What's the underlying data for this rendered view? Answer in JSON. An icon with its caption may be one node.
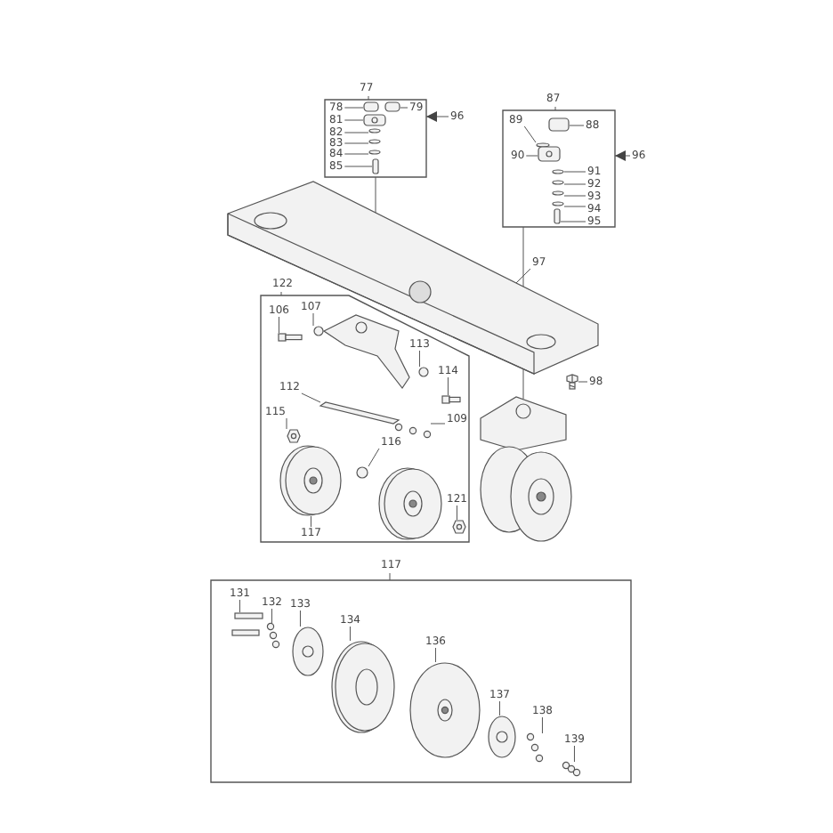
{
  "diagram": {
    "nodes": [
      {
        "text": [
          "77"
        ]
      },
      {
        "text": [
          "87"
        ]
      },
      {
        "text": [
          "122"
        ]
      },
      {
        "text": [
          "117"
        ]
      },
      {
        "text": [
          "78"
        ],
        "in": 0
      },
      {
        "text": [
          "79"
        ],
        "in": 0
      },
      {
        "text": [
          "81"
        ],
        "in": 0
      },
      {
        "text": [
          "82"
        ],
        "in": 0
      },
      {
        "text": [
          "83"
        ],
        "in": 0
      },
      {
        "text": [
          "84"
        ],
        "in": 0
      },
      {
        "text": [
          "85"
        ],
        "in": 0
      },
      {
        "text": [
          "96"
        ]
      },
      {
        "text": [
          "89"
        ],
        "in": 1
      },
      {
        "text": [
          "88"
        ],
        "in": 1
      },
      {
        "text": [
          "90"
        ],
        "in": 1
      },
      {
        "text": [
          "91"
        ],
        "in": 1
      },
      {
        "text": [
          "92"
        ],
        "in": 1
      },
      {
        "text": [
          "93"
        ],
        "in": 1
      },
      {
        "text": [
          "94"
        ],
        "in": 1
      },
      {
        "text": [
          "95"
        ],
        "in": 1
      },
      {
        "text": [
          "96"
        ]
      },
      {
        "text": [
          "97"
        ]
      },
      {
        "text": [
          "98"
        ]
      },
      {
        "text": [
          "106"
        ],
        "in": 2
      },
      {
        "text": [
          "107"
        ],
        "in": 2
      },
      {
        "text": [
          "113"
        ],
        "in": 2
      },
      {
        "text": [
          "114"
        ],
        "in": 2
      },
      {
        "text": [
          "112"
        ],
        "in": 2
      },
      {
        "text": [
          "115"
        ],
        "in": 2
      },
      {
        "text": [
          "109"
        ],
        "in": 2
      },
      {
        "text": [
          "116"
        ],
        "in": 2
      },
      {
        "text": [
          "117"
        ],
        "in": 2
      },
      {
        "text": [
          "121"
        ],
        "in": 2
      },
      {
        "text": [
          "131"
        ],
        "in": 3
      },
      {
        "text": [
          "132"
        ],
        "in": 3
      },
      {
        "text": [
          "133"
        ],
        "in": 3
      },
      {
        "text": [
          "134"
        ],
        "in": 3
      },
      {
        "text": [
          "136"
        ],
        "in": 3
      },
      {
        "text": [
          "137"
        ],
        "in": 3
      },
      {
        "text": [
          "138"
        ],
        "in": 3
      },
      {
        "text": [
          "139"
        ],
        "in": 3
      },
      {
        "text": [],
        "shape": "picture"
      },
      {
        "text": [],
        "shape": "picture"
      },
      {
        "text": [],
        "shape": "box",
        "in": 0
      },
      {
        "text": [],
        "shape": "box",
        "in": 0
      },
      {
        "text": [],
        "shape": "picture",
        "in": 0
      },
      {
        "text": [],
        "shape": "circle",
        "in": 0
      },
      {
        "text": [],
        "shape": "circle",
        "in": 0
      },
      {
        "text": [],
        "shape": "circle",
        "in": 0
      },
      {
        "text": [],
        "shape": "box",
        "in": 0
      },
      {
        "text": [],
        "shape": "circle",
        "in": 1
      },
      {
        "text": [],
        "shape": "box",
        "in": 1
      },
      {
        "text": [],
        "shape": "picture",
        "in": 1
      },
      {
        "text": [],
        "shape": "circle",
        "in": 1
      },
      {
        "text": [],
        "shape": "circle",
        "in": 1
      },
      {
        "text": [],
        "shape": "circle",
        "in": 1
      },
      {
        "text": [],
        "shape": "circle",
        "in": 1
      },
      {
        "text": [],
        "shape": "box",
        "in": 1
      },
      {
        "text": [],
        "shape": "picture"
      },
      {
        "text": [],
        "shape": "picture",
        "in": 2
      },
      {
        "text": [],
        "shape": "circle",
        "in": 2
      },
      {
        "text": [],
        "shape": "circle",
        "in": 2
      },
      {
        "text": [],
        "shape": "picture",
        "in": 2
      },
      {
        "text": [],
        "shape": "picture",
        "in": 2
      },
      {
        "text": [],
        "shape": "picture",
        "in": 2
      },
      {
        "text": [],
        "shape": "picture",
        "in": 2
      },
      {
        "text": [],
        "shape": "circle",
        "in": 2
      },
      {
        "text": [],
        "shape": "picture",
        "in": 2
      },
      {
        "text": [],
        "shape": "picture",
        "in": 2
      },
      {
        "text": [],
        "shape": "picture",
        "in": 3
      },
      {
        "text": [],
        "shape": "picture",
        "in": 3
      },
      {
        "text": [],
        "shape": "picture",
        "in": 3
      },
      {
        "text": [],
        "shape": "picture",
        "in": 3
      },
      {
        "text": [],
        "shape": "picture",
        "in": 3
      },
      {
        "text": [],
        "shape": "picture",
        "in": 3
      },
      {
        "text": [],
        "shape": "picture",
        "in": 3
      },
      {
        "text": [],
        "shape": "picture",
        "in": 3
      }
    ],
    "edges": [
      {
        "from": 0,
        "to": 41,
        "arrow": "none"
      },
      {
        "from": 1,
        "to": 42,
        "arrow": "none"
      },
      {
        "from": 4,
        "to": 43,
        "arrow": "none"
      },
      {
        "from": 5,
        "to": 44,
        "arrow": "none"
      },
      {
        "from": 6,
        "to": 45,
        "arrow": "none"
      },
      {
        "from": 7,
        "to": 46,
        "arrow": "none"
      },
      {
        "from": 8,
        "to": 47,
        "arrow": "none"
      },
      {
        "from": 9,
        "to": 48,
        "arrow": "none"
      },
      {
        "from": 10,
        "to": 49,
        "arrow": "none"
      },
      {
        "from": 11,
        "to": 0,
        "arrow": "to"
      },
      {
        "from": 12,
        "to": 50,
        "arrow": "none"
      },
      {
        "from": 13,
        "to": 51,
        "arrow": "none"
      },
      {
        "from": 14,
        "to": 52,
        "arrow": "none"
      },
      {
        "from": 15,
        "to": 53,
        "arrow": "none"
      },
      {
        "from": 16,
        "to": 54,
        "arrow": "none"
      },
      {
        "from": 17,
        "to": 55,
        "arrow": "none"
      },
      {
        "from": 18,
        "to": 56,
        "arrow": "none"
      },
      {
        "from": 19,
        "to": 57,
        "arrow": "none"
      },
      {
        "from": 20,
        "to": 1,
        "arrow": "to"
      },
      {
        "from": 21,
        "to": 41,
        "arrow": "none"
      },
      {
        "from": 22,
        "to": 58,
        "arrow": "none"
      },
      {
        "from": 23,
        "to": 59,
        "arrow": "none"
      },
      {
        "from": 24,
        "to": 60,
        "arrow": "none"
      },
      {
        "from": 25,
        "to": 61,
        "arrow": "none"
      },
      {
        "from": 26,
        "to": 62,
        "arrow": "none"
      },
      {
        "from": 27,
        "to": 63,
        "arrow": "none"
      },
      {
        "from": 28,
        "to": 64,
        "arrow": "none"
      },
      {
        "from": 29,
        "to": 65,
        "arrow": "none"
      },
      {
        "from": 30,
        "to": 66,
        "arrow": "none"
      },
      {
        "from": 31,
        "to": 67,
        "arrow": "none"
      },
      {
        "from": 32,
        "to": 68,
        "arrow": "none"
      },
      {
        "from": 33,
        "to": 69,
        "arrow": "none"
      },
      {
        "from": 34,
        "to": 70,
        "arrow": "none"
      },
      {
        "from": 35,
        "to": 71,
        "arrow": "none"
      },
      {
        "from": 36,
        "to": 72,
        "arrow": "none"
      },
      {
        "from": 37,
        "to": 73,
        "arrow": "none"
      },
      {
        "from": 38,
        "to": 74,
        "arrow": "none"
      },
      {
        "from": 39,
        "to": 75,
        "arrow": "none"
      },
      {
        "from": 40,
        "to": 76,
        "arrow": "none"
      }
    ]
  }
}
